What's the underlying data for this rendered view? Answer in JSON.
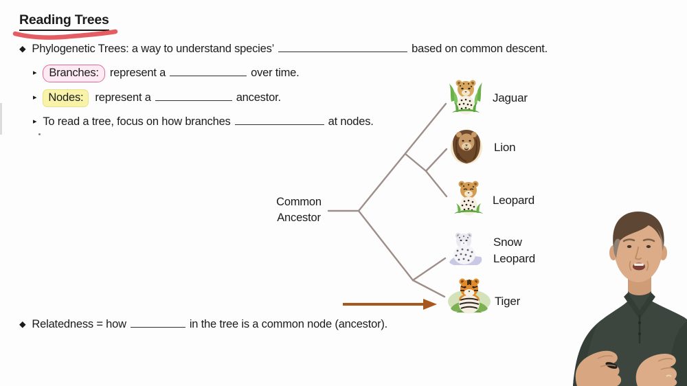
{
  "slide": {
    "title": "Reading Trees",
    "bullet_char": "◆",
    "sub_bullet_char": "▸",
    "line1": {
      "pre": "Phylogenetic Trees: a way to understand species’",
      "post": "based on common descent."
    },
    "line2": {
      "tag": "Branches:",
      "pre": "represent a",
      "post": "over time."
    },
    "line3": {
      "tag": "Nodes:",
      "pre": "represent a",
      "post": "ancestor."
    },
    "line4": {
      "pre": "To read a tree, focus on how branches",
      "post": "at nodes."
    },
    "line5": {
      "pre": "Relatedness = how",
      "post": "in the tree is a common node (ancestor)."
    }
  },
  "tree": {
    "root_label": "Common Ancestor",
    "topology": "((Jaguar,(Lion,Leopard)),(Snow Leopard,Tiger))",
    "highlight_arrow_target": "Tiger",
    "taxa": [
      {
        "label": "Jaguar",
        "icon": "jaguar-icon"
      },
      {
        "label": "Lion",
        "icon": "lion-icon"
      },
      {
        "label": "Leopard",
        "icon": "leopard-icon"
      },
      {
        "label": "Snow Leopard",
        "icon": "snow-leopard-icon"
      },
      {
        "label": "Tiger",
        "icon": "tiger-icon"
      }
    ]
  },
  "colors": {
    "background": "#fdfdfd",
    "text": "#1b1b1b",
    "marker_underline": "#e35d63",
    "branches_box_border": "#e06a9a",
    "branches_box_fill": "#fdeaf2",
    "nodes_highlight_fill": "#f8f3a9",
    "tree_line": "#9d8e8a",
    "arrow": "#a8581c"
  }
}
